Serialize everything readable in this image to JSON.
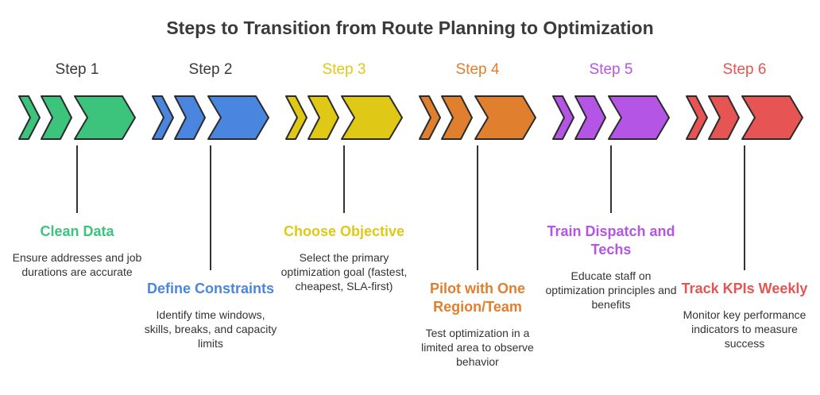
{
  "title": "Steps to Transition from Route Planning to Optimization",
  "steps": [
    {
      "label": "Step 1",
      "heading": "Clean Data",
      "description": "Ensure addresses and job durations are accurate",
      "color": "#3cc47c",
      "label_color": "#3a3a3a",
      "text_position": "upper"
    },
    {
      "label": "Step 2",
      "heading": "Define Constraints",
      "description": "Identify time windows, skills, breaks, and capacity limits",
      "color": "#4a86e0",
      "label_color": "#3a3a3a",
      "text_position": "lower"
    },
    {
      "label": "Step 3",
      "heading": "Choose Objective",
      "description": "Select the primary optimization goal (fastest, cheapest, SLA-first)",
      "color": "#e0c816",
      "label_color": "#e0c816",
      "text_position": "upper"
    },
    {
      "label": "Step 4",
      "heading": "Pilot with One Region/Team",
      "description": "Test optimization in a limited area to observe behavior",
      "color": "#e07f2e",
      "label_color": "#e07f2e",
      "text_position": "lower"
    },
    {
      "label": "Step 5",
      "heading": "Train Dispatch and Techs",
      "description": "Educate staff on optimization principles and benefits",
      "color": "#b455e6",
      "label_color": "#b455e6",
      "text_position": "upper"
    },
    {
      "label": "Step 6",
      "heading": "Track KPIs Weekly",
      "description": "Monitor key performance indicators to measure success",
      "color": "#e65454",
      "label_color": "#e65454",
      "text_position": "lower"
    }
  ]
}
